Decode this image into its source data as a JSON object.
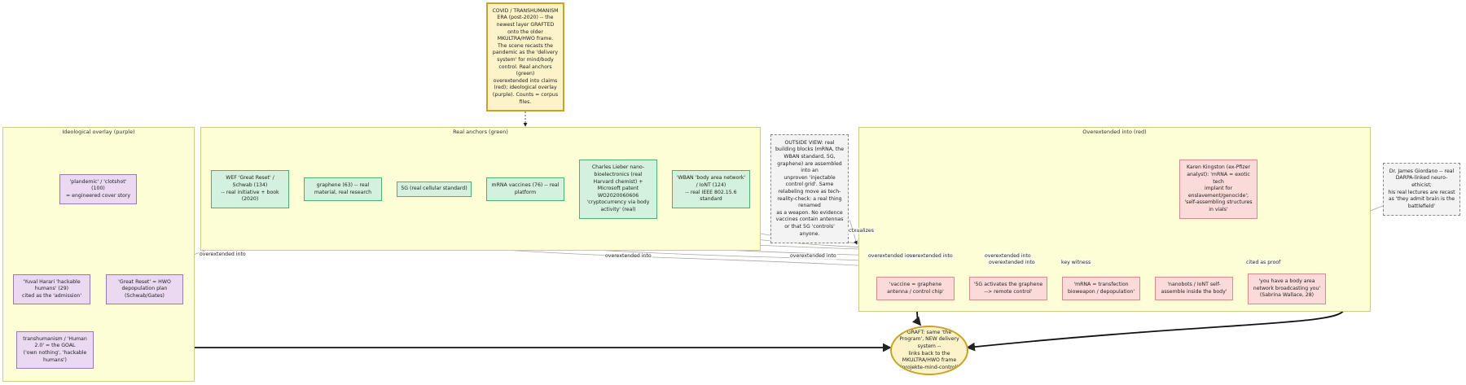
{
  "clusters": {
    "ideological": "Ideological overlay (purple)",
    "anchors": "Real anchors (green)",
    "overextended": "Overextended into (red)"
  },
  "nodes": {
    "header": "COVID / TRANSHUMANISM\nERA (post-2020) -- the\nnewest layer GRAFTED\nonto the older\nMKULTRA/HWO frame.\nThe scene recasts the\npandemic as the 'delivery\nsystem' for mind/body\ncontrol. Real anchors\n(green)\noverextended into claims\n(red); ideological overlay\n(purple). Counts = corpus\nfiles.",
    "outside_view": "OUTSIDE VIEW: real\nbuilding blocks (mRNA, the\nWBAN standard, 5G,\ngraphene) are assembled\ninto an\nunproven 'injectable\ncontrol grid'. Same\nrelabeling move as tech-\nreality-check: a real thing\nrenamed\nas a weapon. No evidence\nvaccines contain antennas\nor that 5G 'controls'\nanyone.",
    "giordano": "Dr. James Giordano -- real\nDARPA-linked neuro-\nethicist;\nhis real lectures are recast\nas 'they admit brain is the\nbattlefield'",
    "kingston": "Karen Kingston (ex-Pfizer\nanalyst): 'mRNA = exotic\ntech\nimplant for\nenslavement/genocide';\n'self-assembling structures\nin vials'",
    "plandemic": "'plandemic' / 'clotshot'\n(100)\n= engineered cover story",
    "harari": "'Yuval Harari 'hackable\nhumans' (29)\ncited as the 'admission'",
    "great_reset_hwo": "'Great Reset' = HWO\ndepopulation plan\n(Schwab/Gates)",
    "transhumanism": "transhumanism / 'Human\n2.0' = the GOAL\n('own nothing', 'hackable\nhumans')",
    "wef": "WEF 'Great Reset' /\nSchwab (134)\n-- real initiative + book\n(2020)",
    "graphene": "graphene (63) -- real\nmaterial, real research",
    "fiveg": "5G (real cellular standard)",
    "mrna_vax": "mRNA vaccines (76) -- real\nplatform",
    "lieber": "Charles Lieber nano-\nbioelectronics (real\nHarvard chemist) +\nMicrosoft patent\nWO2020060606\n'cryptocurrency via body\nactivity' (real)",
    "wban": "'WBAN 'body area network'\n/ IoNT (124)\n-- real IEEE 802.15.6\nstandard",
    "vaccine_graphene": "'vaccine = graphene\nantenna / control chip'",
    "fiveg_activates": "'5G activates the graphene\n--> remote control'",
    "mrna_transfection": "'mRNA = transfection\nbioweapon / depopulation'",
    "nanobots": "'nanobots / IoNT self-\nassemble inside the body'",
    "body_area": "'you have a body area\nnetwork broadcasting you'\n(Sabrina Wallace, 28)",
    "graft": "GRAFT: same 'the\nProgram', NEW delivery\nsystem --\nlinks back to the\nMKULTRA/HWO frame\n(projekte-mind-control)"
  },
  "edge_labels": {
    "wef_great_reset": "overextended into",
    "graphene_vaccine": "overextended into",
    "fiveg_activates": "overextended into",
    "mrna_transfection": "overextended into",
    "lieber_nanobots": "overextended into",
    "wban_body": "overextended into",
    "wban_nanobots": "overextended into",
    "kingston_key": "key witness",
    "giordano_cited": "cited as proof",
    "outside_ctx": "ctxualizes"
  },
  "colors": {
    "cluster_fill": "#fefed6",
    "anchor": "#4fae72",
    "overlay": "#9b78ad",
    "claim": "#d98b8b",
    "header": "#c9a227"
  }
}
